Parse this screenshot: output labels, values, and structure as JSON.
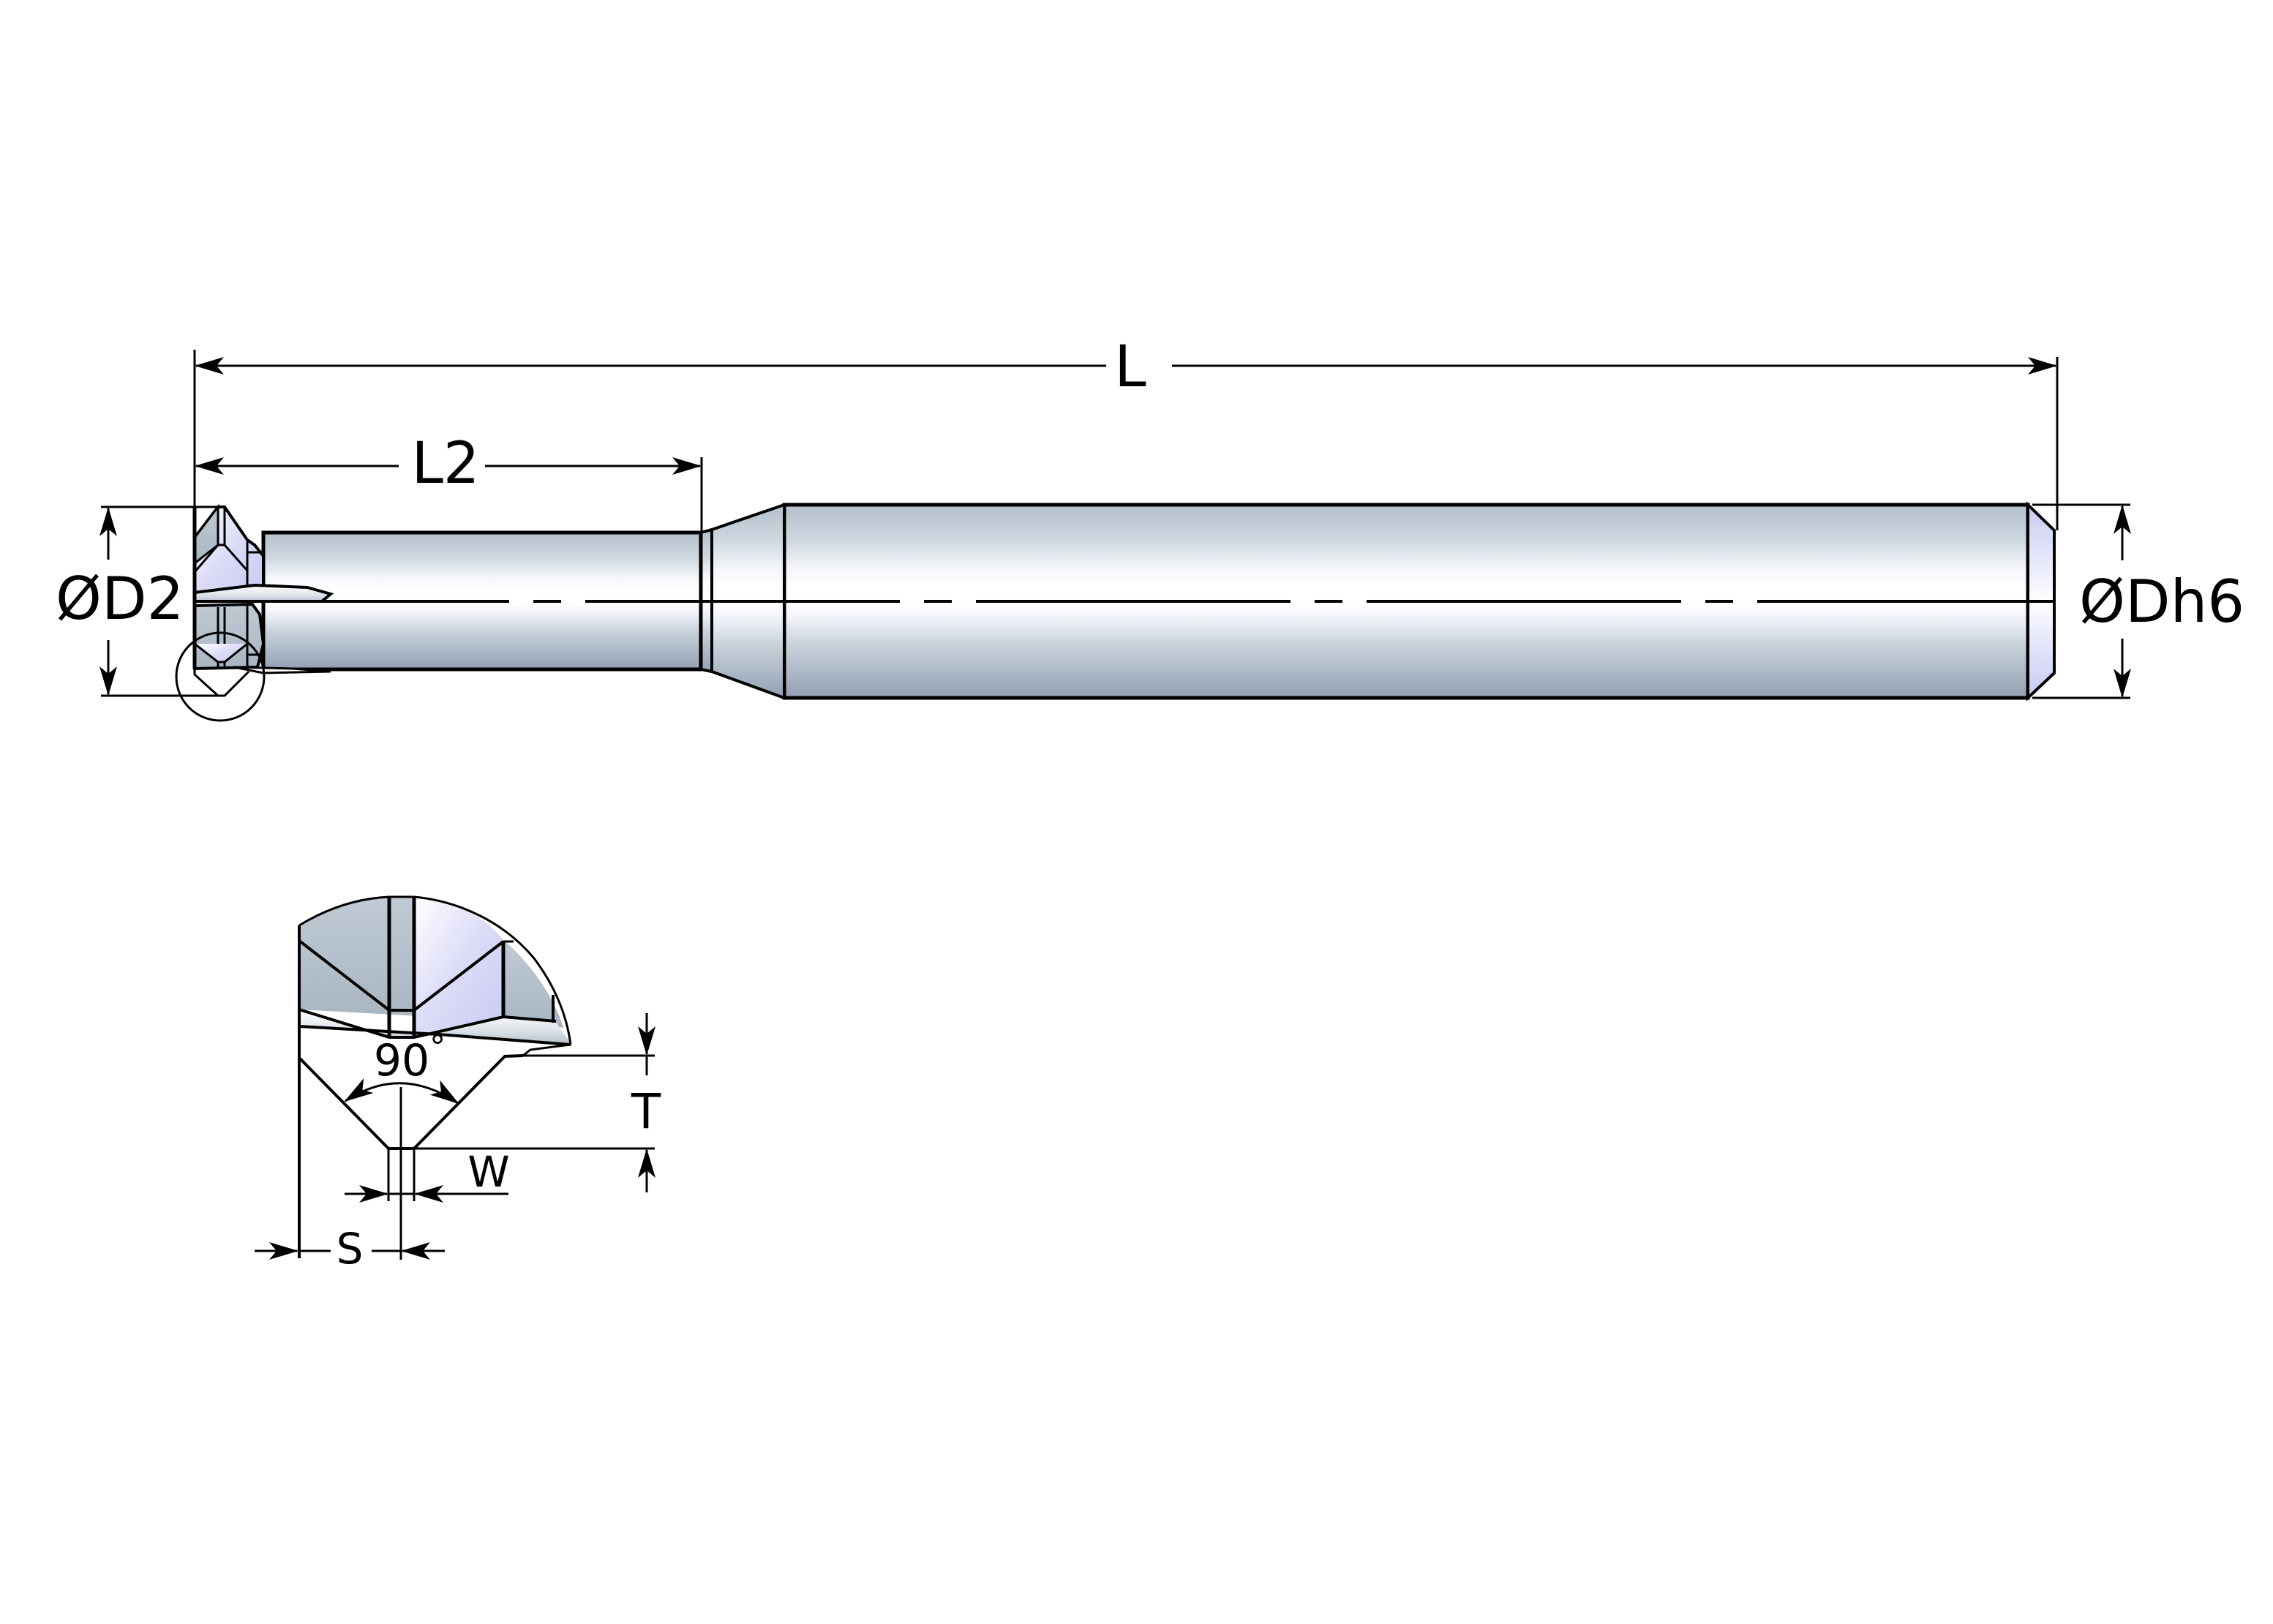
{
  "drawing": {
    "type": "technical-drawing",
    "subject": "T-slot / V-groove cutter with neck and cylindrical shank",
    "colors": {
      "background": "#ffffff",
      "line": "#000000",
      "metal_dark": "#96a3b4",
      "metal_mid": "#c8d2dc",
      "metal_light": "#ffffff",
      "face_tint": "#d2d4f6"
    }
  },
  "main_view": {
    "dimensions": {
      "overall_length": {
        "label": "L"
      },
      "neck_length": {
        "label": "L2"
      },
      "cutting_diameter": {
        "symbol": "Ø",
        "label": "D2"
      },
      "shank_diameter": {
        "symbol": "Ø",
        "label": "Dh6"
      }
    },
    "detail_marker": "circle"
  },
  "detail_view": {
    "angle": {
      "value": "90",
      "unit": "°"
    },
    "dimensions": {
      "depth": {
        "label": "T"
      },
      "flat_width": {
        "label": "W"
      },
      "offset": {
        "label": "S"
      }
    }
  }
}
